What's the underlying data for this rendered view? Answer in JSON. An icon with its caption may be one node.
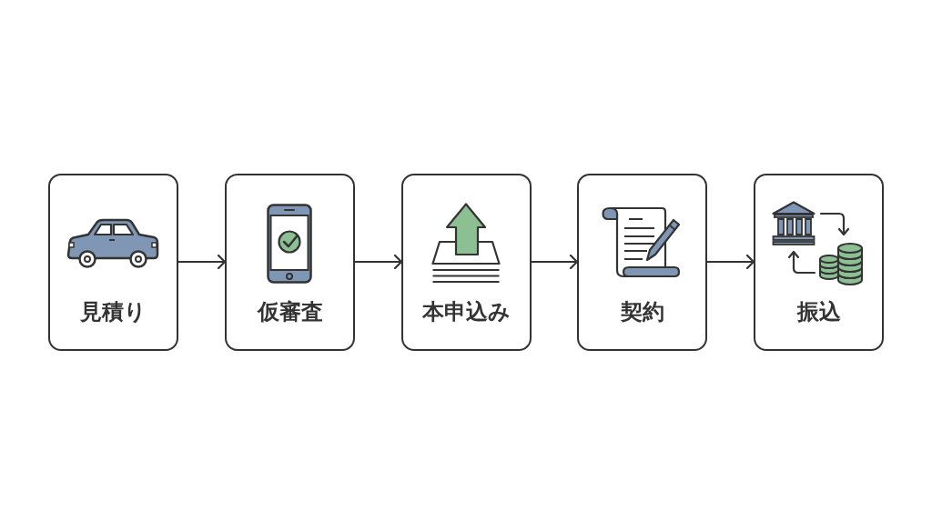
{
  "diagram": {
    "nodes": [
      {
        "text": [
          "見積り"
        ]
      },
      {
        "text": [
          "仮審査"
        ]
      },
      {
        "text": [
          "本申込み"
        ]
      },
      {
        "text": [
          "契約"
        ]
      },
      {
        "text": [
          "振込"
        ]
      }
    ],
    "edges": [
      {
        "from": 0,
        "to": 1,
        "arrow": "to"
      },
      {
        "from": 1,
        "to": 2,
        "arrow": "to"
      },
      {
        "from": 2,
        "to": 3,
        "arrow": "to"
      },
      {
        "from": 3,
        "to": 4,
        "arrow": "to"
      }
    ]
  }
}
